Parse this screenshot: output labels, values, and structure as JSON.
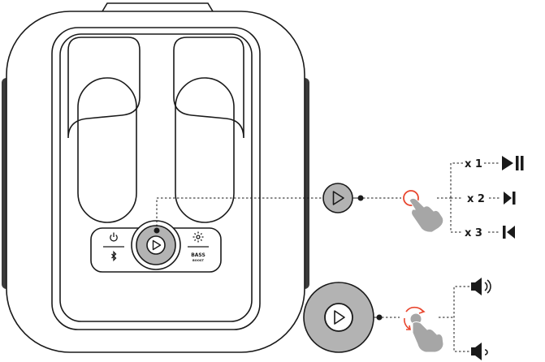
{
  "speaker": {
    "bass_label_line1": "BASS",
    "bass_label_line2": "BOOST"
  },
  "press_actions": [
    {
      "count": "x 1",
      "action_icon": "play-pause-icon"
    },
    {
      "count": "x 2",
      "action_icon": "next-track-icon"
    },
    {
      "count": "x 3",
      "action_icon": "previous-track-icon"
    }
  ],
  "rotate_actions": [
    {
      "action_icon": "volume-up-icon"
    },
    {
      "action_icon": "volume-down-icon"
    }
  ],
  "colors": {
    "outline": "#1a1a1a",
    "button_fill": "#b3b3b3",
    "button_dark": "#8f8f8f",
    "hand_fill": "#a6a6a6",
    "touch_accent": "#e8462e"
  }
}
